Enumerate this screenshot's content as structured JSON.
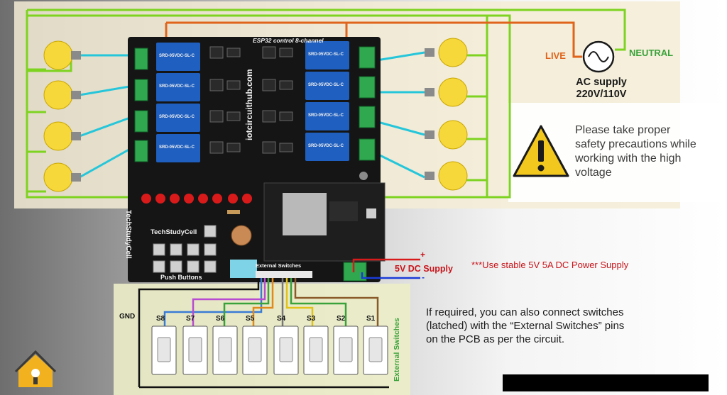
{
  "labels": {
    "live": "LIVE",
    "neutral": "NEUTRAL",
    "ac_supply_line1": "AC supply",
    "ac_supply_line2": "220V/110V",
    "caution_text": "Please take proper safety precautions while working with the high voltage",
    "dc_supply": "5V DC Supply",
    "dc_note": "***Use stable 5V 5A DC Power Supply",
    "switch_note": "If required, you can also connect switches (latched) with the “External Switches” pins on the PCB as per the circuit.",
    "external_switches": "External Switches",
    "gnd": "GND",
    "dc_plus": "+",
    "dc_minus": "-"
  },
  "pcb": {
    "title": "ESP32 control 8-channel",
    "website": "iotcircuithub.com",
    "brand_side": "TechStudyCell",
    "brand_logo": "TechStudyCell",
    "push_buttons": "Push Buttons",
    "external_switches_header": "External Switches",
    "relay_module": "SRD-05VDC-SL-C"
  },
  "switches": [
    "S8",
    "S7",
    "S6",
    "S5",
    "S4",
    "S3",
    "S2",
    "S1"
  ],
  "colors": {
    "live_wire": "#e0641b",
    "neutral_wire": "#7ed321",
    "load_wire": "#26c6da",
    "pcb": "#151515",
    "relay": "#1f5fbf"
  }
}
